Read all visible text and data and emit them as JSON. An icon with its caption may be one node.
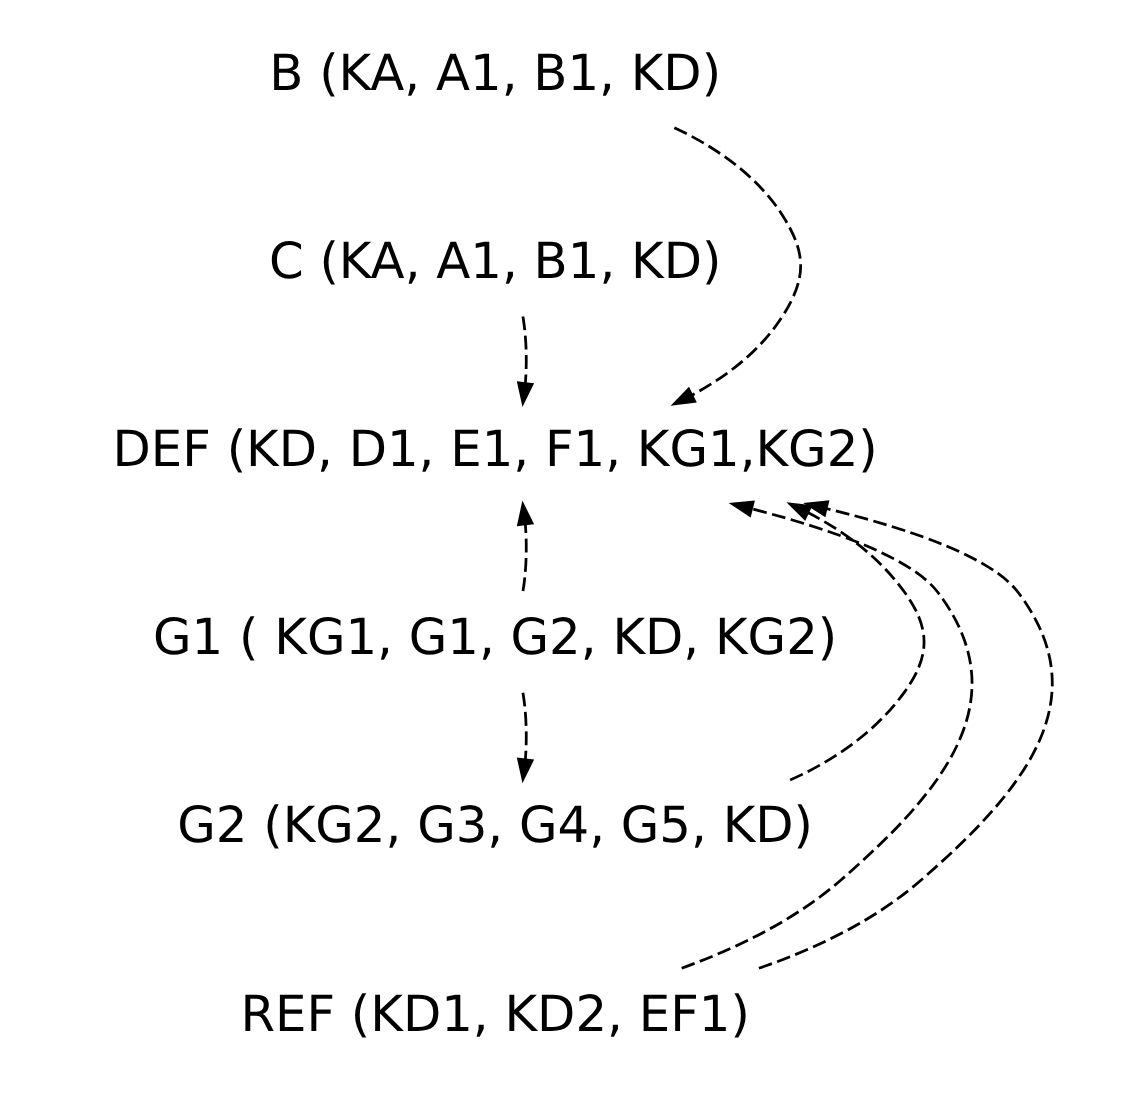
{
  "diagram": {
    "nodes": [
      {
        "text": [
          "B (KA, A1, B1, KD)"
        ]
      },
      {
        "text": [
          "C (KA, A1, B1, KD)"
        ]
      },
      {
        "text": [
          "DEF (KD, D1, E1, F1, KG1,KG2)"
        ]
      },
      {
        "text": [
          "G1 ( KG1, G1, G2, KD, KG2)"
        ]
      },
      {
        "text": [
          "G2 (KG2, G3, G4, G5, KD)"
        ]
      },
      {
        "text": [
          "REF (KD1, KD2, EF1)"
        ]
      }
    ],
    "edges": [
      {
        "from": 0,
        "to": 2,
        "arrow": "to",
        "style": "dashed"
      },
      {
        "from": 1,
        "to": 2,
        "arrow": "to",
        "style": "dashed"
      },
      {
        "from": 3,
        "to": 2,
        "arrow": "to",
        "style": "dashed"
      },
      {
        "from": 3,
        "to": 4,
        "arrow": "to",
        "style": "dashed"
      },
      {
        "from": 4,
        "to": 2,
        "arrow": "to",
        "style": "dashed"
      },
      {
        "from": 5,
        "to": 2,
        "arrow": "to",
        "style": "dashed"
      },
      {
        "from": 5,
        "to": 2,
        "arrow": "to",
        "style": "dashed"
      }
    ]
  }
}
